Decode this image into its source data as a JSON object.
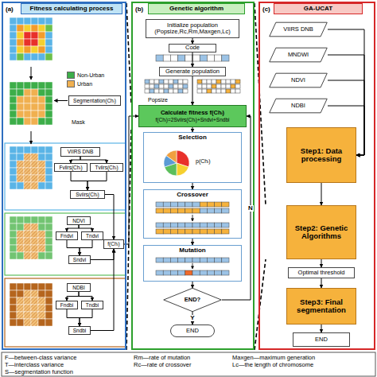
{
  "diagram": {
    "nodes": [
      {
        "text": [
          "(a)"
        ]
      },
      {
        "text": [
          "Fitness calculating process"
        ],
        "in": 0
      },
      {
        "text": [
          "Segmentation(Chᵢ)"
        ],
        "in": 0
      },
      {
        "text": [
          "VIIRS DNB"
        ],
        "in": 0
      },
      {
        "text": [
          "Fviirs(Chᵢ)"
        ],
        "in": 0
      },
      {
        "text": [
          "Tviirs(Chᵢ)"
        ],
        "in": 0
      },
      {
        "text": [
          "Sviirs(Chᵢ)"
        ],
        "in": 0
      },
      {
        "text": [
          "NDVI"
        ],
        "in": 0
      },
      {
        "text": [
          "Fndvi"
        ],
        "in": 0
      },
      {
        "text": [
          "Tndvi"
        ],
        "in": 0
      },
      {
        "text": [
          "Sndvi"
        ],
        "in": 0
      },
      {
        "text": [
          "f(Chᵢ)"
        ],
        "in": 0
      },
      {
        "text": [
          "NDBI"
        ],
        "in": 0
      },
      {
        "text": [
          "Fndbi"
        ],
        "in": 0
      },
      {
        "text": [
          "Tndbi"
        ],
        "in": 0
      },
      {
        "text": [
          "Sndbi"
        ],
        "in": 0
      },
      {
        "text": [
          "(b)"
        ]
      },
      {
        "text": [
          "Genetic algorithm"
        ],
        "in": 16
      },
      {
        "text": [
          "Initialize population (Popsize,Rc,Rm,Maxgen,Lc)"
        ],
        "in": 16
      },
      {
        "text": [
          "Code"
        ],
        "in": 16
      },
      {
        "text": [
          "Generate population"
        ],
        "in": 16
      },
      {
        "text": [
          "Calculate fitness f(Chᵢ)",
          "f(Chᵢ)=2Sviirs(Chᵢ)+Sndvi+Sndbi"
        ],
        "in": 16
      },
      {
        "text": [
          "Selection"
        ],
        "in": 16
      },
      {
        "text": [
          "Crossover"
        ],
        "in": 16
      },
      {
        "text": [
          "Mutation"
        ],
        "in": 16
      },
      {
        "text": [
          "END?"
        ],
        "in": 16
      },
      {
        "text": [
          "END"
        ],
        "in": 16
      },
      {
        "text": [
          "(c)"
        ]
      },
      {
        "text": [
          "GA-UCAT"
        ],
        "in": 27
      },
      {
        "text": [
          "VIIRS DNB"
        ],
        "in": 27
      },
      {
        "text": [
          "MNDWI"
        ],
        "in": 27
      },
      {
        "text": [
          "NDVI"
        ],
        "in": 27
      },
      {
        "text": [
          "NDBI"
        ],
        "in": 27
      },
      {
        "text": [
          "Step1: Data processing"
        ],
        "in": 27
      },
      {
        "text": [
          "Step2: Genetic Algorithms"
        ],
        "in": 27
      },
      {
        "text": [
          "Optimal threshold"
        ],
        "in": 27
      },
      {
        "text": [
          "Step3: Final segmentation"
        ],
        "in": 27
      },
      {
        "text": [
          "END"
        ],
        "in": 27
      }
    ],
    "edges": [
      {
        "from": 3,
        "to": 4,
        "arrow": "to"
      },
      {
        "from": 3,
        "to": 5,
        "arrow": "to"
      },
      {
        "from": 4,
        "to": 6,
        "arrow": "to"
      },
      {
        "from": 5,
        "to": 6,
        "arrow": "to"
      },
      {
        "from": 7,
        "to": 8,
        "arrow": "to"
      },
      {
        "from": 7,
        "to": 9,
        "arrow": "to"
      },
      {
        "from": 8,
        "to": 10,
        "arrow": "to"
      },
      {
        "from": 9,
        "to": 10,
        "arrow": "to"
      },
      {
        "from": 12,
        "to": 13,
        "arrow": "to"
      },
      {
        "from": 12,
        "to": 14,
        "arrow": "to"
      },
      {
        "from": 13,
        "to": 15,
        "arrow": "to"
      },
      {
        "from": 14,
        "to": 15,
        "arrow": "to"
      },
      {
        "from": 6,
        "to": 11,
        "arrow": "to"
      },
      {
        "from": 10,
        "to": 11,
        "arrow": "to"
      },
      {
        "from": 15,
        "to": 11,
        "arrow": "to"
      },
      {
        "from": 11,
        "to": 21,
        "arrow": "to"
      },
      {
        "from": 18,
        "to": 19,
        "arrow": "to"
      },
      {
        "from": 19,
        "to": 20,
        "arrow": "to"
      },
      {
        "from": 20,
        "to": 21,
        "arrow": "to"
      },
      {
        "from": 21,
        "to": 22,
        "arrow": "to"
      },
      {
        "from": 22,
        "to": 23,
        "arrow": "to"
      },
      {
        "from": 23,
        "to": 24,
        "arrow": "to"
      },
      {
        "from": 24,
        "to": 25,
        "arrow": "to"
      },
      {
        "from": 25,
        "to": 26,
        "label": "Y",
        "arrow": "to"
      },
      {
        "from": 25,
        "to": 21,
        "label": "N",
        "arrow": "to"
      },
      {
        "from": 29,
        "to": 33,
        "arrow": "to"
      },
      {
        "from": 30,
        "to": 33,
        "arrow": "to"
      },
      {
        "from": 31,
        "to": 33,
        "arrow": "to"
      },
      {
        "from": 32,
        "to": 33,
        "arrow": "to"
      },
      {
        "from": 33,
        "to": 34,
        "arrow": "to"
      },
      {
        "from": 34,
        "to": 35,
        "arrow": "to"
      },
      {
        "from": 35,
        "to": 36,
        "arrow": "to"
      },
      {
        "from": 36,
        "to": 37,
        "arrow": "to"
      }
    ],
    "labels": [
      "Mask",
      "Popsize",
      "p(Chᵢ)",
      "F—between-class variance",
      "Rm—rate of mutation",
      "Maxgen—maximum generation",
      "T—interclass variance",
      "Rc—rate of crossover",
      "Lc—the length of chromosome",
      "S—segmentation function"
    ],
    "legend": [
      {
        "text": "Non-Urban",
        "color": "#3dae49"
      },
      {
        "text": "Urban",
        "color": "#f0b050"
      }
    ]
  }
}
